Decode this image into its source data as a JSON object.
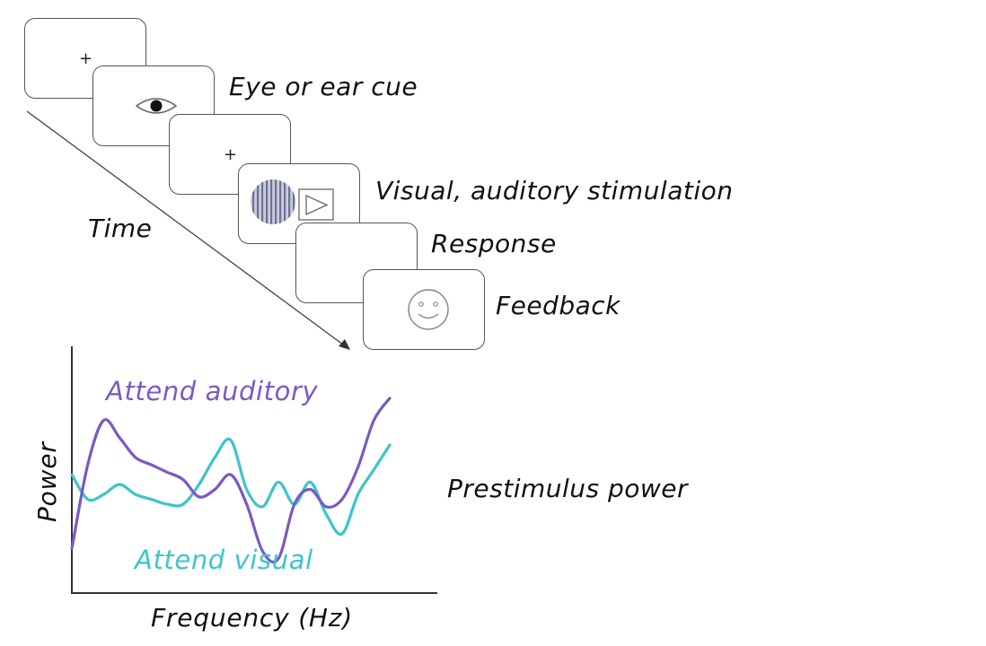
{
  "labels": {
    "cue": "Eye or ear cue",
    "stimulation": "Visual, auditory stimulation",
    "response": "Response",
    "feedback": "Feedback",
    "time": "Time",
    "prestimulus": "Prestimulus power"
  },
  "fixation_symbol": "+",
  "chart_data": {
    "type": "line",
    "xlabel": "Frequency (Hz)",
    "ylabel": "Power",
    "grid": false,
    "series": [
      {
        "name": "Attend auditory",
        "color": "#7a59c4",
        "x": [
          0,
          2,
          4,
          6,
          8,
          10,
          12,
          14,
          16,
          18,
          20,
          22,
          24,
          26,
          28,
          30,
          32,
          34,
          36,
          38,
          40
        ],
        "values": [
          18,
          52,
          70,
          63,
          55,
          52,
          49,
          46,
          39,
          42,
          48,
          36,
          17,
          14,
          36,
          42,
          35,
          38,
          51,
          70,
          79
        ]
      },
      {
        "name": "Attend visual",
        "color": "#3ec4cc",
        "x": [
          0,
          2,
          4,
          6,
          8,
          10,
          12,
          14,
          16,
          18,
          20,
          22,
          24,
          26,
          28,
          30,
          32,
          34,
          36,
          38,
          40
        ],
        "values": [
          48,
          38,
          40,
          44,
          40,
          38,
          36,
          36,
          44,
          55,
          62,
          42,
          35,
          45,
          36,
          45,
          32,
          24,
          40,
          50,
          60
        ]
      }
    ]
  }
}
